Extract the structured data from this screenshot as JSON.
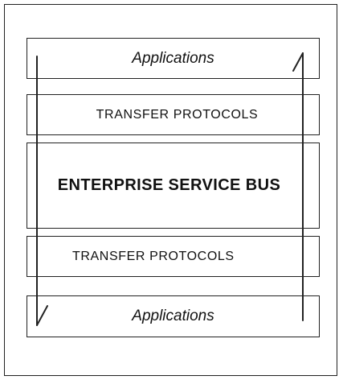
{
  "diagram": {
    "layers": [
      {
        "id": "apps-top",
        "label": "Applications"
      },
      {
        "id": "proto-top",
        "label": "TRANSFER PROTOCOLS"
      },
      {
        "id": "esb",
        "label": "ENTERPRISE SERVICE BUS"
      },
      {
        "id": "proto-bottom",
        "label": "TRANSFER PROTOCOLS"
      },
      {
        "id": "apps-bottom",
        "label": "Applications"
      }
    ],
    "flows": [
      {
        "name": "downward-flow",
        "direction": "down",
        "from": "Applications",
        "to": "Applications"
      },
      {
        "name": "upward-flow",
        "direction": "up",
        "from": "Applications",
        "to": "Applications"
      }
    ],
    "colors": {
      "line": "#222222",
      "background": "#ffffff"
    }
  }
}
